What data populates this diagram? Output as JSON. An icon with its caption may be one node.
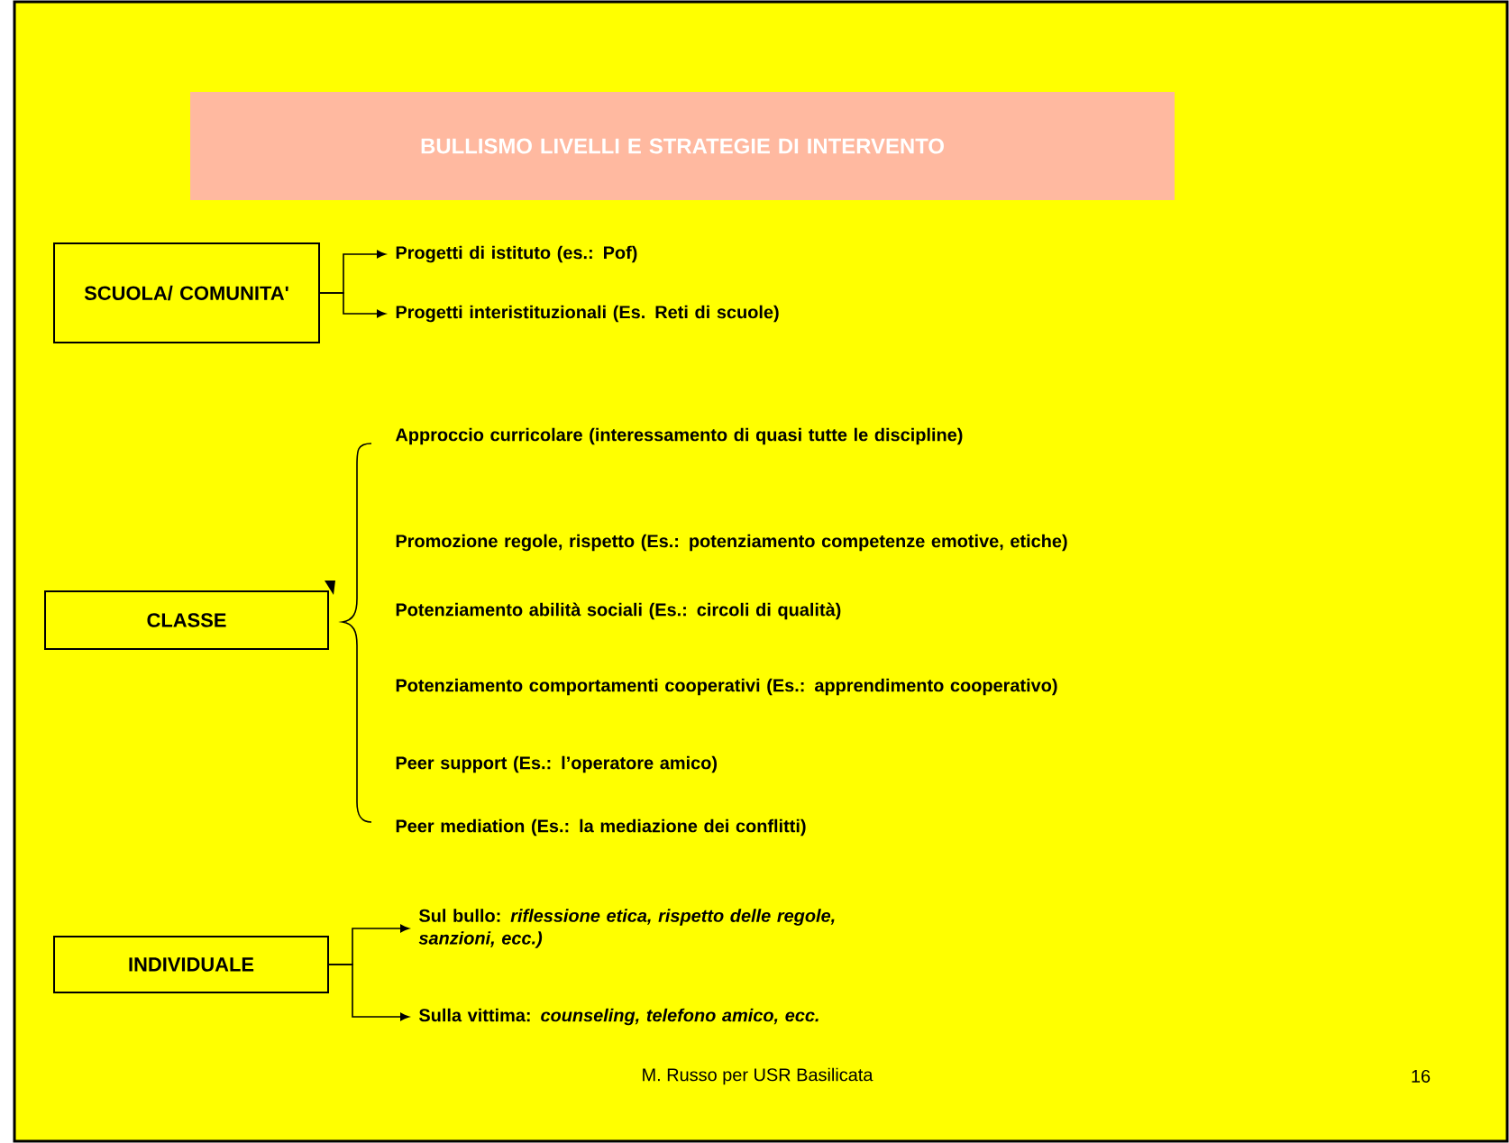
{
  "diagram": {
    "title": "BULLISMO LIVELLI E STRATEGIE DI INTERVENTO",
    "nodes": [
      {
        "text": [
          "SCUOLA/ COMUNITA'"
        ]
      },
      {
        "text": [
          "Progetti di istituto (es.: Pof)"
        ]
      },
      {
        "text": [
          "Progetti interistituzionali  (Es.  Reti di scuole)"
        ]
      },
      {
        "text": [
          "CLASSE"
        ]
      },
      {
        "text": [
          "INDIVIDUALE"
        ]
      },
      {
        "text": [
          "Sul bullo: *riflessione etica, rispetto delle regole, sanzioni, ecc.)*"
        ]
      },
      {
        "text": [
          "Sulla vittima: *counseling, telefono amico, ecc.*"
        ]
      }
    ],
    "edges": [
      {
        "from": 0,
        "to": 1,
        "arrow": "to"
      },
      {
        "from": 0,
        "to": 2,
        "arrow": "to"
      },
      {
        "from": 4,
        "to": 5,
        "arrow": "to"
      },
      {
        "from": 4,
        "to": 6,
        "arrow": "to"
      }
    ],
    "labels": [
      "Approccio curricolare  (interessamento di quasi tutte le discipline)",
      "Promozione regole, rispetto  (Es.:  potenziamento competenze emotive, etiche)",
      "Potenziamento abilità sociali  (Es.: circoli di qualità)",
      "Potenziamento comportamenti cooperativi (Es.: apprendimento cooperativo)",
      "Peer support   (Es.:  l’operatore amico)",
      "Peer mediation  (Es.: la mediazione dei conflitti)",
      "M. Russo per USR Basilicata",
      "16"
    ]
  }
}
